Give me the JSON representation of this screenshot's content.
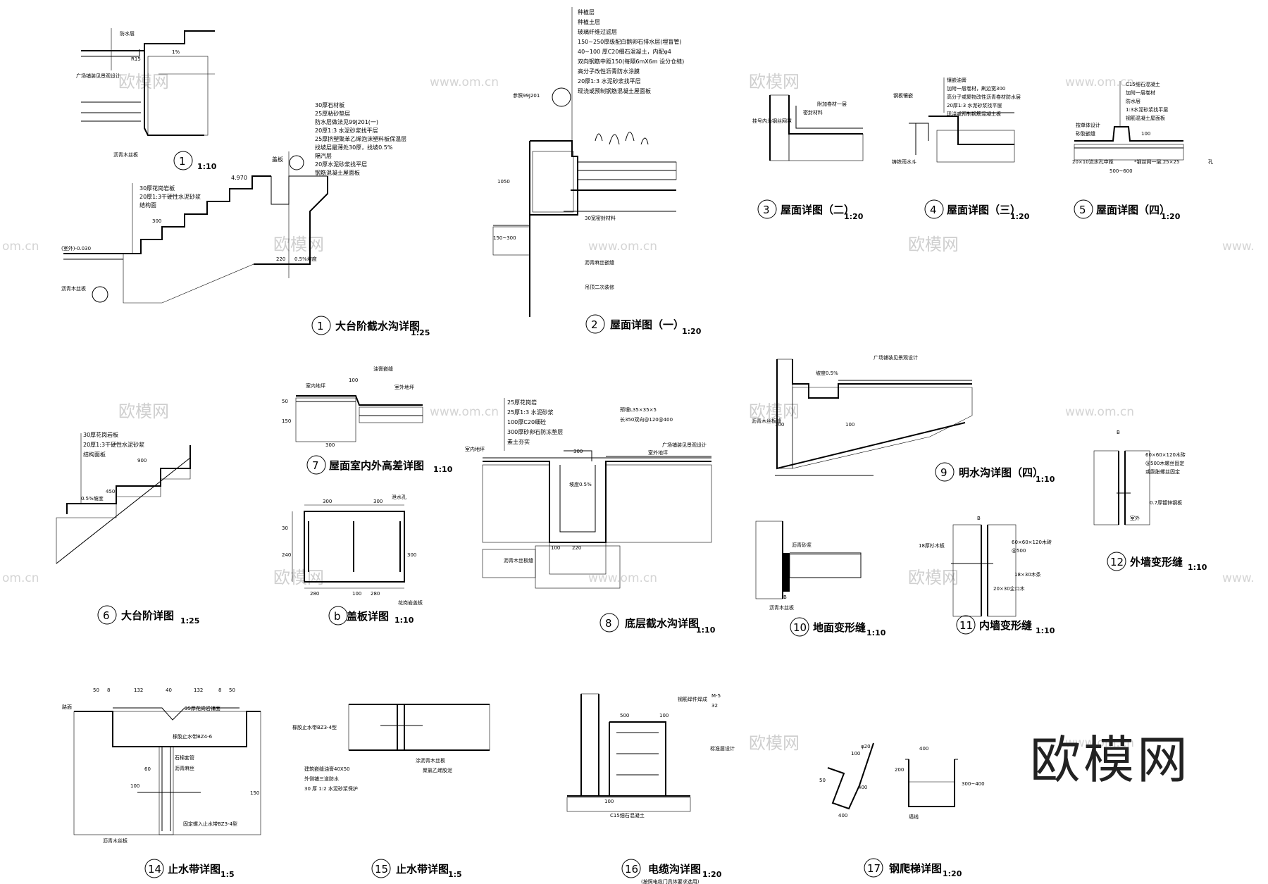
{
  "watermark": {
    "brand": "欧模网",
    "url": "www.om.cn",
    "url_left": "om.cn",
    "url_right": "www."
  },
  "logo": "欧模网",
  "details": [
    {
      "num": "1",
      "title": "",
      "scale": "1:10",
      "notes": [
        "防水层",
        "1%",
        "广场铺装见景观设计",
        "沥青木丝板",
        "R15"
      ]
    },
    {
      "num": "1",
      "title": "大台阶截水沟详图",
      "scale": "1:25",
      "notes": [
        "30厚石材板",
        "25厚粘砂垫层",
        "防水层做法见99J201(一)",
        "20厚1:3 水泥砂浆找平层",
        "25厚挤塑聚苯乙烯泡沫塑料板保温层",
        "找坡层最薄处30厚，找坡0.5%",
        "隔汽层",
        "20厚水泥砂浆找平层",
        "钢筋混凝土屋面板",
        "30厚花岗岩板",
        "20厚1:3干硬性水泥砂浆",
        "结构面",
        "4.970",
        "盖板",
        "(室外)-0.030",
        "沥青木丝板",
        "0.5%坡度",
        "220",
        "300"
      ]
    },
    {
      "num": "2",
      "title": "屋面详图（一）",
      "scale": "1:20",
      "notes": [
        "种植层",
        "种植土层",
        "玻璃纤维过滤层",
        "150~250厚级配白鹅卵石排水层(埋盲管)",
        "40~100 厚C20细石混凝土，内配φ4",
        "双向钢筋中距150(每隔6mX6m 设分仓缝)",
        "高分子改性沥青防水涂膜",
        "20厚1:3 水泥砂浆找平层",
        "现浇或预制钢筋混凝土屋面板",
        "参照99J201",
        "沥青麻丝嵌缝",
        "吊顶二次装修",
        "30宽密封材料",
        "1050",
        "150~300"
      ]
    },
    {
      "num": "3",
      "title": "屋面详图（二）",
      "scale": "1:20",
      "notes": [
        "密封材料",
        "附加卷材一层",
        "挂号内为钢丝网罩"
      ]
    },
    {
      "num": "4",
      "title": "屋面详图（三）",
      "scale": "1:20",
      "notes": [
        "镶嵌油膏",
        "加附一层卷材，刷边宽300",
        "高分子或聚物改性沥青卷材防水层",
        "20厚1:3 水泥砂浆找平层",
        "现浇或预制钢筋混凝土板",
        "钢板镶嵌",
        "铸铁雨水斗"
      ]
    },
    {
      "num": "5",
      "title": "屋面详图（四）",
      "scale": "1:20",
      "notes": [
        "C15细石混凝土",
        "加附一层卷材",
        "防水层",
        "1:3水泥砂浆找平层",
        "钢筋混凝土屋面板",
        "按单体设计",
        "砂胶嵌缝",
        "20×10流水孔中距",
        "*钢丝网一层,25×25",
        "孔",
        "500~600",
        "100"
      ]
    },
    {
      "num": "6",
      "title": "大台阶详图",
      "scale": "1:25",
      "notes": [
        "30厚花岗岩板",
        "20厚1:3干硬性水泥砂浆",
        "结构面板",
        "0.5%坡度",
        "900",
        "450"
      ]
    },
    {
      "num": "7",
      "title": "屋面室内外高差详图",
      "scale": "1:10",
      "notes": [
        "室内地坪",
        "室外地坪",
        "油膏嵌缝",
        "100",
        "300",
        "50",
        "150"
      ]
    },
    {
      "num": "b",
      "title": "盖板详图",
      "scale": "1:10",
      "notes": [
        "300",
        "300",
        "泄水孔",
        "280",
        "100",
        "280",
        "花岗岩盖板",
        "240",
        "300",
        "30"
      ]
    },
    {
      "num": "8",
      "title": "底层截水沟详图",
      "scale": "1:10",
      "notes": [
        "25厚花岗岩",
        "25厚1:3 水泥砂浆",
        "100厚C20细砼",
        "300厚砂卵石防冻垫层",
        "素土夯实",
        "室内地坪",
        "室外地坪",
        "广场铺装见景观设计",
        "预埋L35×35×5",
        "长350双向@120@400",
        "坡度0.5%",
        "沥青木丝板缝",
        "100",
        "220",
        "300"
      ]
    },
    {
      "num": "9",
      "title": "明水沟详图（四）",
      "scale": "1:10",
      "notes": [
        "坡度0.5%",
        "广场铺装见景观设计",
        "沥青木丝板缝",
        "100",
        "100"
      ]
    },
    {
      "num": "10",
      "title": "地面变形缝",
      "scale": "1:10",
      "notes": [
        "沥青砂浆",
        "沥青木丝板",
        "B"
      ]
    },
    {
      "num": "11",
      "title": "内墙变形缝",
      "scale": "1:10",
      "notes": [
        "B",
        "18厚杉木板",
        "60×60×120木砖",
        "@500",
        "18×30木条",
        "20×30企口木"
      ]
    },
    {
      "num": "12",
      "title": "外墙变形缝",
      "scale": "1:10",
      "notes": [
        "B",
        "60×60×120木砖",
        "@500木螺丝固定",
        "或膨胀螺丝固定",
        "0.7厚镀锌钢板",
        "室外"
      ]
    },
    {
      "num": "14",
      "title": "止水带详图",
      "scale": "1:5",
      "notes": [
        "50",
        "8",
        "132",
        "40",
        "132",
        "8",
        "50",
        "路面",
        "35厚花岗岩铺面",
        "橡胶止水带BZ4-6",
        "石棉套管",
        "沥青麻丝",
        "沥青木丝板",
        "固定螺入止水带BZ3-4型",
        "100",
        "60",
        "150"
      ]
    },
    {
      "num": "15",
      "title": "止水带详图",
      "scale": "1:5",
      "notes": [
        "橡胶止水带BZ3-4型",
        "涂沥青木丝板",
        "聚氯乙烯胶泥",
        "建筑嵌缝油膏40X50",
        "外侧铺三道防水",
        "30 厚 1:2 水泥砂浆保护"
      ]
    },
    {
      "num": "16",
      "title": "电缆沟详图",
      "scale": "1:20",
      "notes": [
        "500",
        "100",
        "M-5",
        "32",
        "钢筋焊件焊成",
        "100",
        "C15细石混凝土",
        "标准层设计",
        "(按照电缆门具体要求选用)"
      ]
    },
    {
      "num": "17",
      "title": "钢爬梯详图",
      "scale": "1:20",
      "notes": [
        "100",
        "φ20",
        "50",
        "400",
        "400",
        "400",
        "墙线",
        "200",
        "300~400"
      ]
    }
  ]
}
